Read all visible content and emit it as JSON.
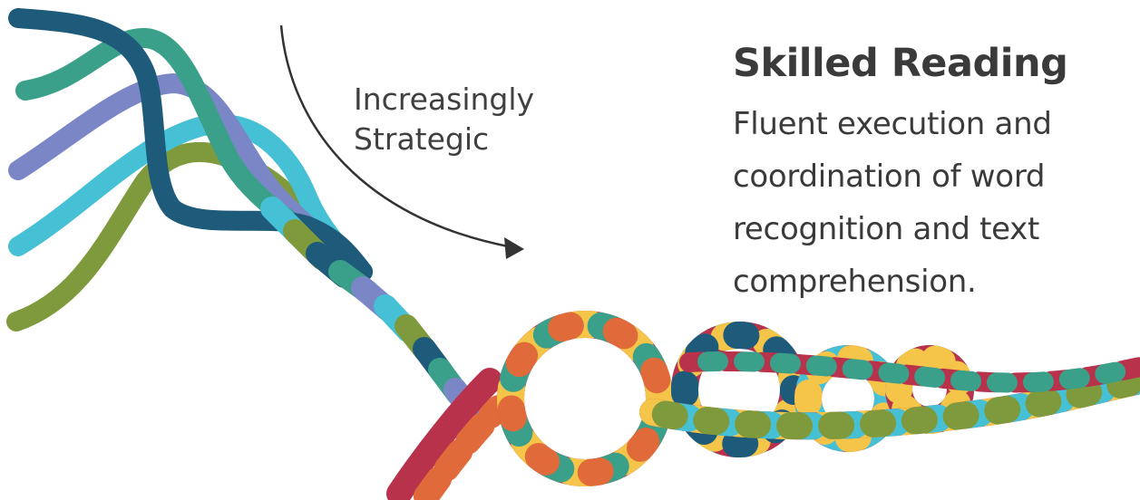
{
  "diagram": {
    "arrow_label": [
      "Increasingly",
      "Strategic"
    ],
    "title": "Skilled Reading",
    "description_lines": [
      "Fluent execution and",
      "coordination of word",
      "recognition and text",
      "comprehension."
    ],
    "colors": {
      "strand_navy": "#1e5b7a",
      "strand_teal": "#3aa08a",
      "strand_periwinkle": "#7b86c6",
      "strand_cyan": "#46c0d4",
      "strand_olive": "#7f9a3c",
      "braid_red": "#b8324c",
      "braid_orange": "#e06a3a",
      "braid_yellow": "#f5c54a",
      "arrow": "#333333",
      "text": "#3a3a3a"
    }
  }
}
